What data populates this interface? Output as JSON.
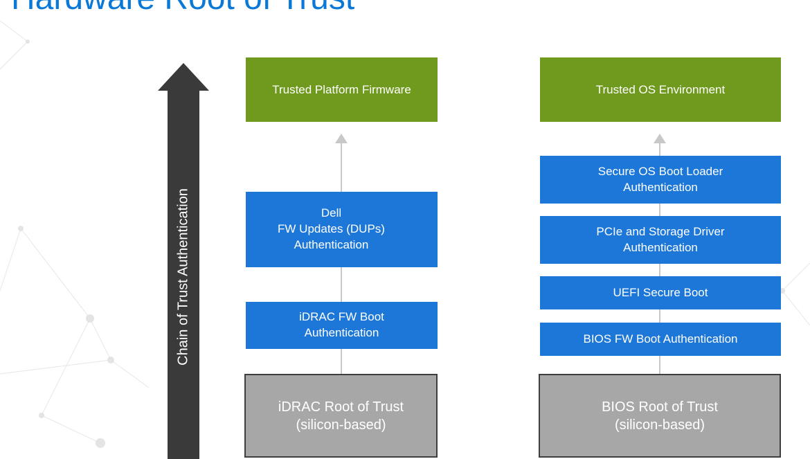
{
  "title": "Hardware Root of Trust",
  "chain_label": "Chain of Trust Authentication",
  "left_stack": {
    "top": "Trusted Platform Firmware",
    "dell_dups": "Dell\nFW Updates (DUPs)\nAuthentication",
    "idrac_boot": "iDRAC FW Boot\nAuthentication",
    "root": "iDRAC Root of Trust\n(silicon-based)"
  },
  "right_stack": {
    "top": "Trusted OS Environment",
    "os_loader": "Secure OS Boot Loader\nAuthentication",
    "pcie_driver": "PCIe and Storage Driver\nAuthentication",
    "uefi": "UEFI Secure Boot",
    "bios_boot": "BIOS FW Boot Authentication",
    "root": "BIOS Root of Trust\n(silicon-based)"
  },
  "colors": {
    "title": "#0a78d7",
    "green": "#6f9a1d",
    "blue": "#1c77d9",
    "gray": "#a7a7a7",
    "arrow_dark": "#3a3a3a",
    "connector": "#c8c8c8"
  }
}
